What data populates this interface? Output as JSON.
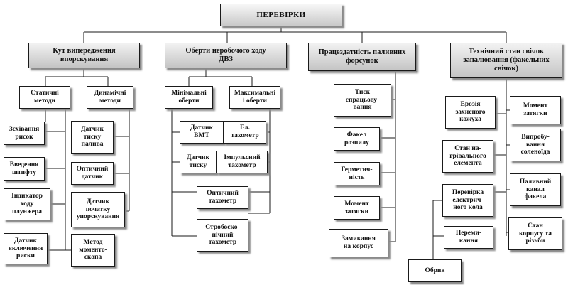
{
  "root": "ПЕРЕВІРКИ",
  "categories": {
    "angle": "Кут випередження\nвпорскування",
    "rpm": "Оберти неробочого ходу\nДВЗ",
    "injectors": "Працездатність паливних\nфорсунок",
    "plugs": "Технічний стан свічок\nзапалювання (факельних\nсвічок)"
  },
  "angle": {
    "static": "Статичні\nметоди",
    "dynamic": "Динамічні\nметоди",
    "s1": "Зсхівання\nрисок",
    "s2": "Введення\nштифту",
    "s3": "Індикатор\nходу\nплунжера",
    "s4": "Датчик\nвключення\nриски",
    "d1": "Датчик\nтиску\nпалива",
    "d2": "Оптичний\nдатчик",
    "d3": "Датчик\nпочатку\nупорскування",
    "d4": "Метод\nмоменто-\nскопа"
  },
  "rpm": {
    "min": "Мінімальні\nоберти",
    "max": "Максимальні\nі оберти",
    "vmt": "Датчик\nВМТ",
    "el": "Ел.\nтахометр",
    "pressure": "Датчик\nтиску",
    "impulse": "Імпульсний\nтахометр",
    "optical": "Оптичний\nтахометр",
    "strobe": "Стробоско-\nпічний\nтахометр"
  },
  "injectors": {
    "i1": "Тиск\nспрацьову-\nвання",
    "i2": "Факел\nрозпилу",
    "i3": "Герметич-\nність",
    "i4": "Момент\nзатягки",
    "i5": "Замикання\nна корпус"
  },
  "plugs": {
    "p1": "Ерозія\nзахисного\nкожуха",
    "p2": "Стан на-\nгрівального\nелемента",
    "p3": "Перевірка\nелектрич-\nного кола",
    "p4": "Переми-\nкання",
    "p5": "Обрив",
    "p6": "Момент\nзатягки",
    "p7": "Випробу-\nвання\nсоленоїда",
    "p8": "Паливний\nканал\nфакела",
    "p9": "Стан\nкорпусу та\nрізьби"
  }
}
